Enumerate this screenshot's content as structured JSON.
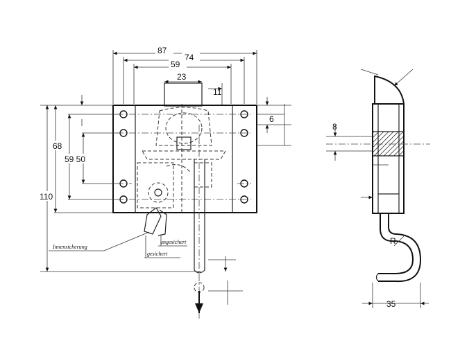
{
  "dimensions": {
    "width_87": "87",
    "width_74": "74",
    "width_59": "59",
    "width_23": "23",
    "dim_11": "11",
    "dim_6": "6",
    "height_68": "68",
    "height_59_50": "59 50",
    "height_110": "110",
    "side_8": "8",
    "side_35": "35",
    "radius_R": "R"
  },
  "notes": {
    "inner_lock": "Innensicherung",
    "unsecured": "ungesichert",
    "secured": "gesichert"
  }
}
